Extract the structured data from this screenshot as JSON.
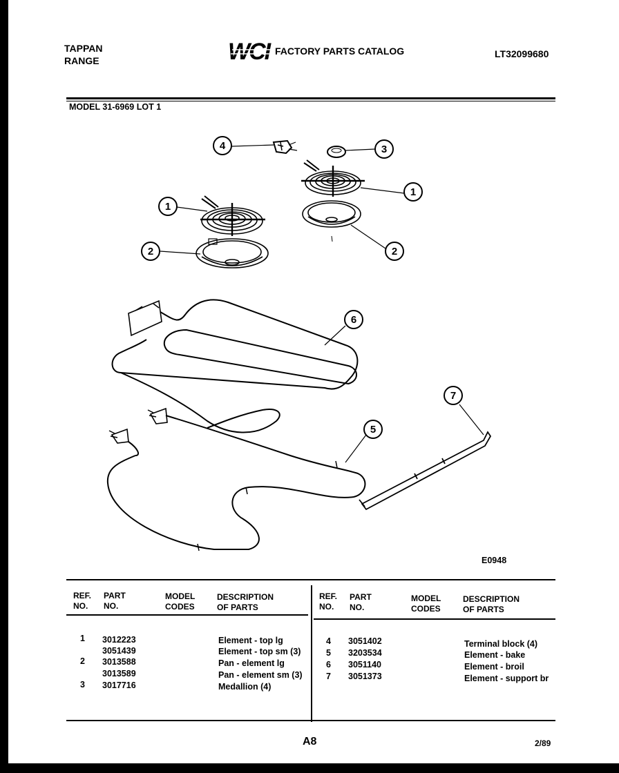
{
  "header": {
    "brand_line1": "TAPPAN",
    "brand_line2": "RANGE",
    "logo_text": "WCI",
    "catalog_title": "FACTORY PARTS CATALOG",
    "catalog_number": "LT32099680",
    "model_line": "MODEL 31-6969 LOT 1"
  },
  "diagram": {
    "callouts": [
      "4",
      "3",
      "1",
      "1",
      "2",
      "2",
      "6",
      "7",
      "5"
    ],
    "figure_code": "E0948"
  },
  "table": {
    "columns": {
      "ref_no": "REF.\nNO.",
      "part_no": "PART\nNO.",
      "model_codes": "MODEL\nCODES",
      "description": "DESCRIPTION\nOF PARTS"
    },
    "left_rows": [
      {
        "ref": "1",
        "part": "3012223",
        "desc": "Element - top lg"
      },
      {
        "ref": "",
        "part": "3051439",
        "desc": "Element - top sm (3)"
      },
      {
        "ref": "2",
        "part": "3013588",
        "desc": "Pan - element lg"
      },
      {
        "ref": "",
        "part": "3013589",
        "desc": "Pan - element sm (3)"
      },
      {
        "ref": "3",
        "part": "3017716",
        "desc": "Medallion (4)"
      }
    ],
    "right_rows": [
      {
        "ref": "4",
        "part": "3051402",
        "desc": "Terminal block (4)"
      },
      {
        "ref": "5",
        "part": "3203534",
        "desc": "Element - bake"
      },
      {
        "ref": "6",
        "part": "3051140",
        "desc": "Element - broil"
      },
      {
        "ref": "7",
        "part": "3051373",
        "desc": "Element - support br"
      }
    ]
  },
  "footer": {
    "page_code": "A8",
    "date": "2/89"
  }
}
